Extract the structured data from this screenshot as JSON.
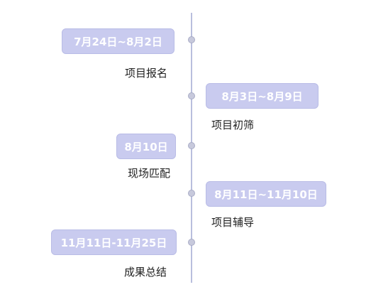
{
  "milestones": [
    {
      "date": "7月24日~8月2日",
      "label": "项目报名"
    },
    {
      "date": "8月3日~8月9日",
      "label": "项目初筛"
    },
    {
      "date": "8月10日",
      "label": "现场匹配"
    },
    {
      "date": "8月11日~11月10日",
      "label": "项目辅导"
    },
    {
      "date": "11月11日-11月25日",
      "label": "成果总结"
    }
  ],
  "colors": {
    "pill_bg": "#c9cbef",
    "axis": "#b9bedd",
    "dot": "#c7c9dc"
  }
}
